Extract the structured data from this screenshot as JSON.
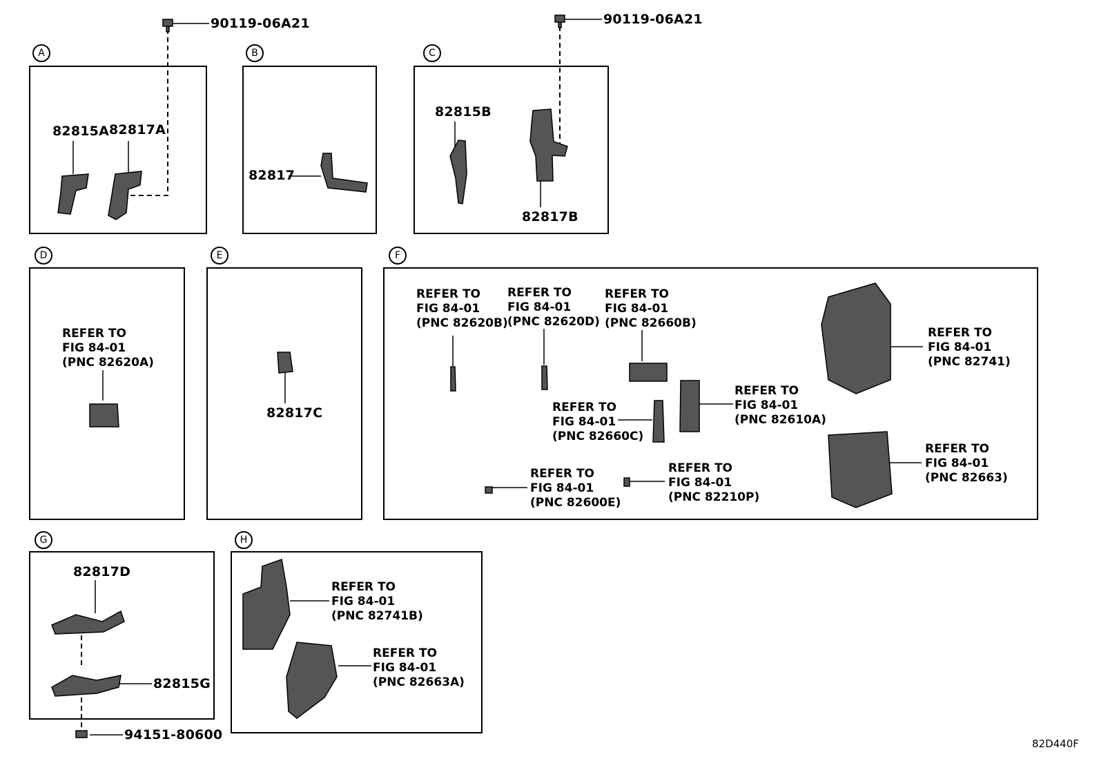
{
  "diagram_code": "82D440F",
  "sections": [
    {
      "id": "A",
      "label": "A"
    },
    {
      "id": "B",
      "label": "B"
    },
    {
      "id": "C",
      "label": "C"
    },
    {
      "id": "D",
      "label": "D"
    },
    {
      "id": "E",
      "label": "E"
    },
    {
      "id": "F",
      "label": "F"
    },
    {
      "id": "G",
      "label": "G"
    },
    {
      "id": "H",
      "label": "H"
    }
  ],
  "parts": {
    "bolt_a": "90119-06A21",
    "bolt_c": "90119-06A21",
    "p82815A": "82815A",
    "p82817A": "82817A",
    "p82817": "82817",
    "p82815B": "82815B",
    "p82817B": "82817B",
    "p82817C": "82817C",
    "p82817D": "82817D",
    "p82815G": "82815G",
    "nut_g": "94151-80600"
  },
  "refer": {
    "line1": "REFER TO",
    "line2": "FIG 84-01"
  },
  "pnc": {
    "d": "(PNC 82620A)",
    "f1": "(PNC 82620B)",
    "f2": "(PNC 82620D)",
    "f3": "(PNC 82660B)",
    "f4": "(PNC 82741)",
    "f5": "(PNC 82610A)",
    "f6": "(PNC 82660C)",
    "f7": "(PNC 82663)",
    "f8": "(PNC 82600E)",
    "f9": "(PNC 82210P)",
    "h1": "(PNC 82741B)",
    "h2": "(PNC 82663A)"
  }
}
